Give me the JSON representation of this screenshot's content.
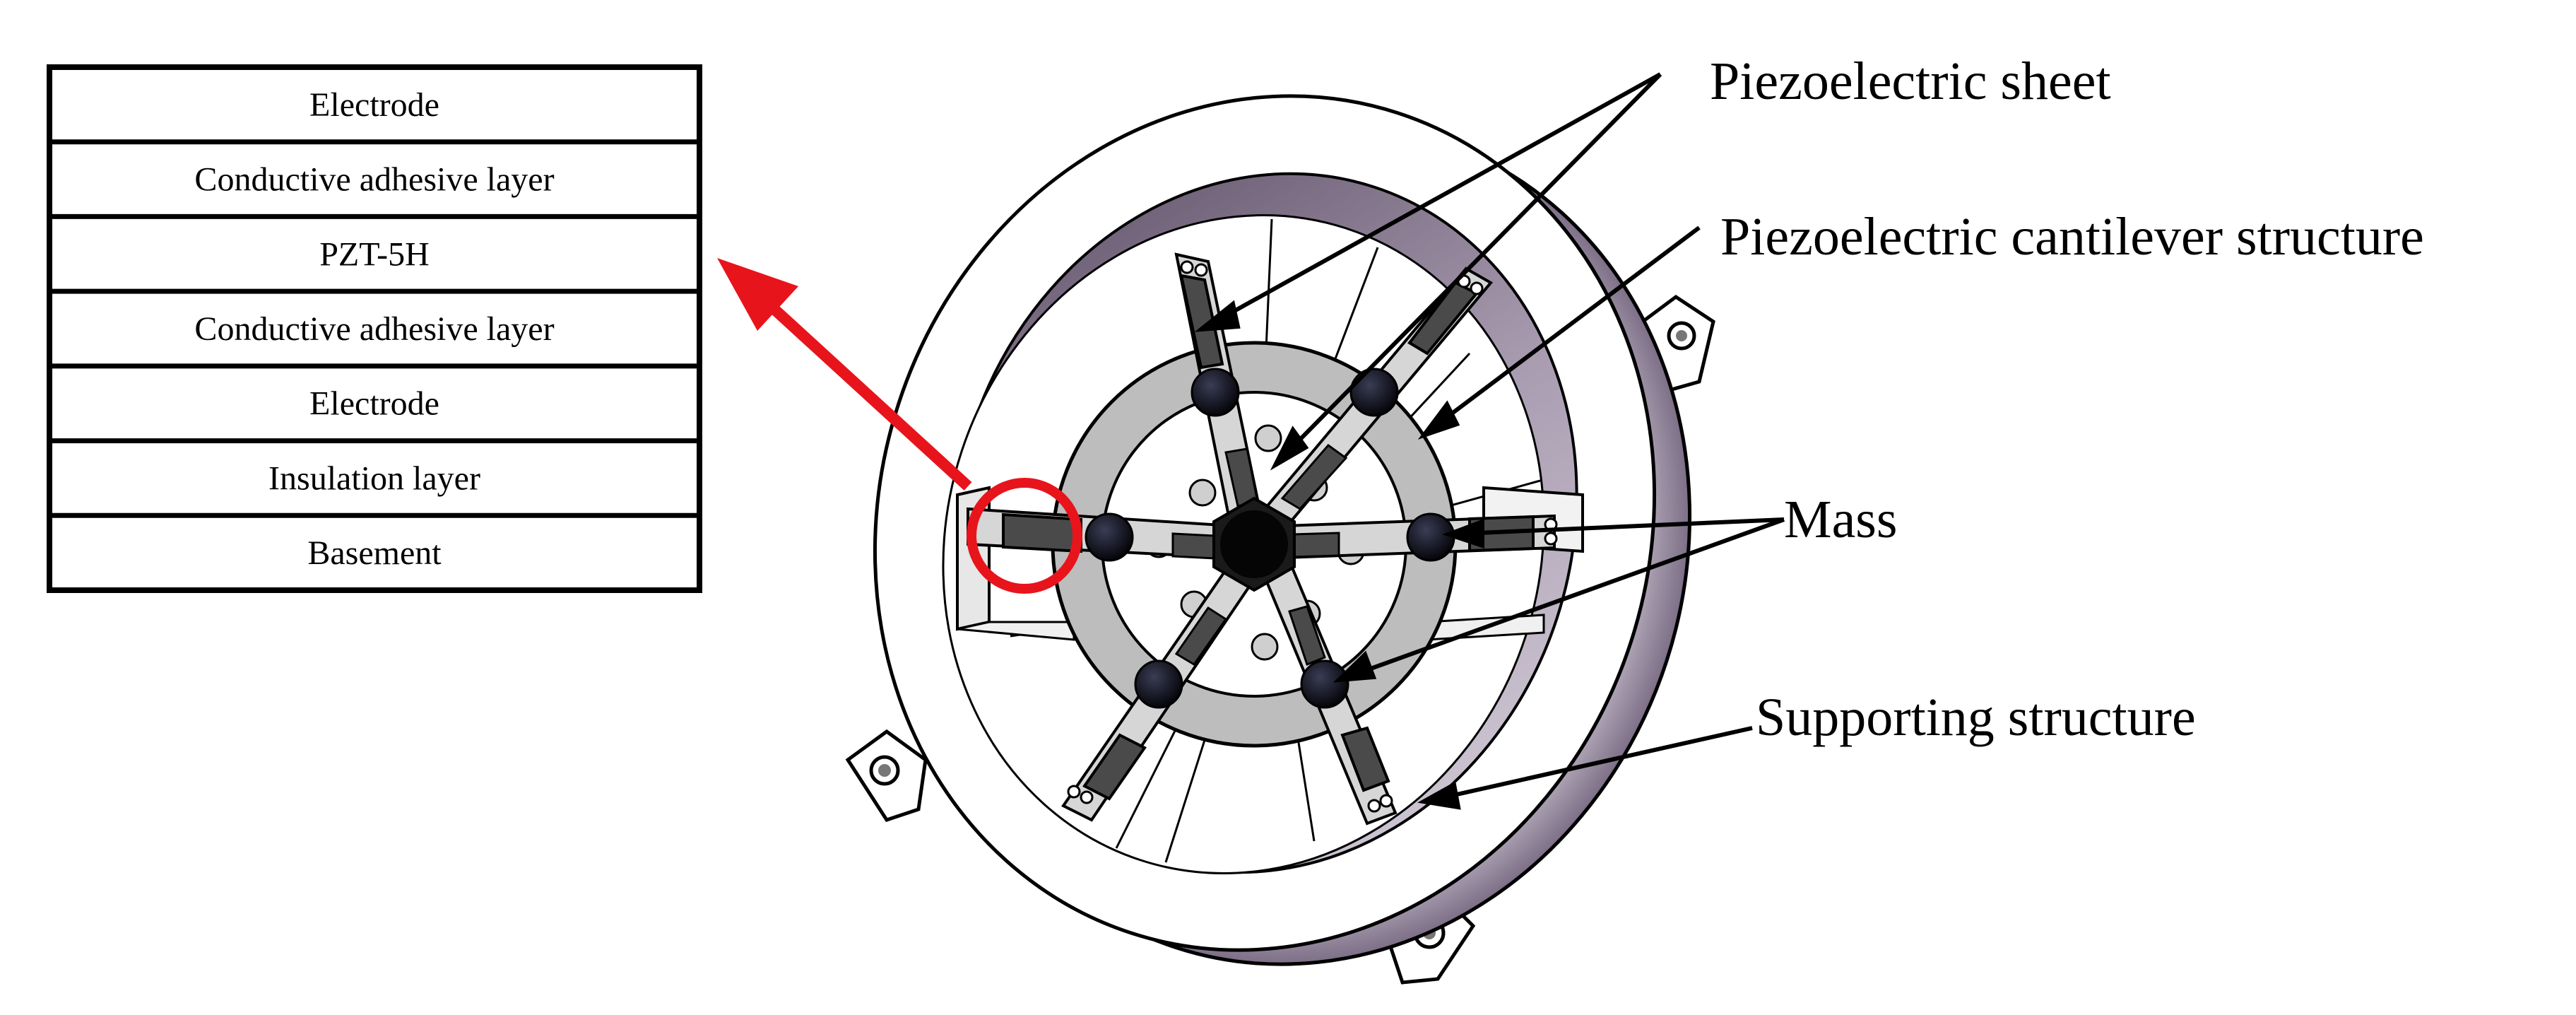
{
  "layer_stack": {
    "layers": [
      {
        "label": "Electrode"
      },
      {
        "label": "Conductive adhesive layer"
      },
      {
        "label": "PZT-5H"
      },
      {
        "label": "Conductive adhesive layer"
      },
      {
        "label": "Electrode"
      },
      {
        "label": "Insulation layer"
      },
      {
        "label": "Basement"
      }
    ]
  },
  "callouts": {
    "piezo_sheet": "Piezoelectric sheet",
    "cantilever": "Piezoelectric cantilever structure",
    "mass": "Mass",
    "supporting": "Supporting structure"
  },
  "colors": {
    "highlight": "#e8141c",
    "ring_shadow": "#8f7f96",
    "beam": "#4a4a4a",
    "hub": "#b9b9b9"
  }
}
